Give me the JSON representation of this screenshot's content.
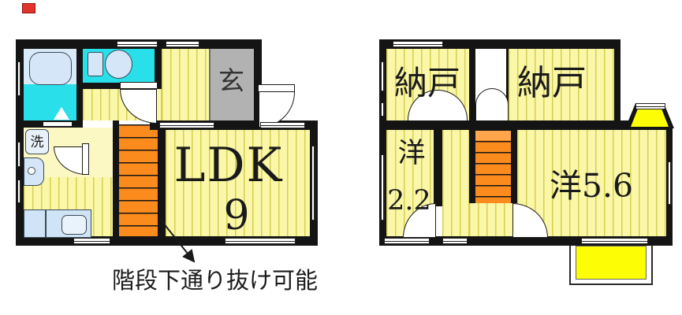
{
  "plan": {
    "floor1": {
      "ldk_label": "LDK",
      "ldk_size": "9",
      "entrance_label": "玄",
      "laundry_label": "洗",
      "caption": "階段下通り抜け可能"
    },
    "floor2": {
      "storage_left_label": "納戸",
      "storage_right_label": "納戸",
      "western_small_label": "洋",
      "western_small_size": "2.2",
      "western_large_label": "洋5.6"
    },
    "colors": {
      "wall": "#141414",
      "room_yellow": "#FBF7A8",
      "stripe_olive": "#D6CF52",
      "bright_yellow": "#FFFF00",
      "stairs_orange": "#FB8B1C",
      "water_cyan": "#29E0EA",
      "fixture_blue": "#D4E6F7",
      "entrance_gray": "#B2B2B2",
      "marker_red": "#E3342B"
    }
  }
}
